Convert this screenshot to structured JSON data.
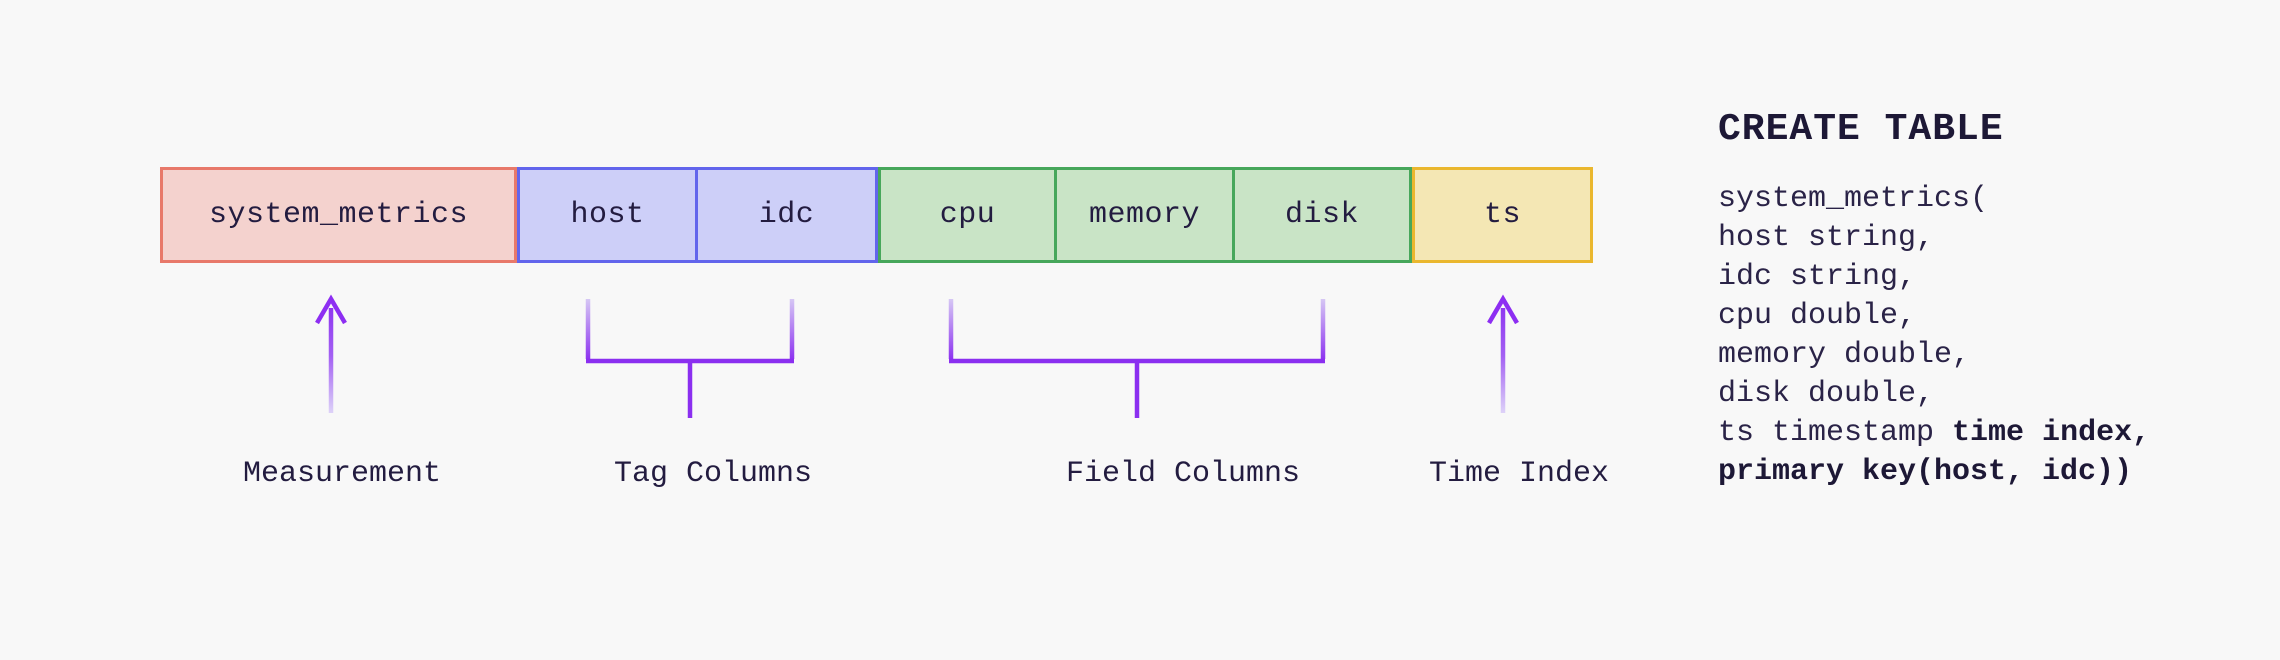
{
  "diagram": {
    "boxes": [
      {
        "label": "system_metrics",
        "group": "measurement"
      },
      {
        "label": "host",
        "group": "tag"
      },
      {
        "label": "idc",
        "group": "tag"
      },
      {
        "label": "cpu",
        "group": "field"
      },
      {
        "label": "memory",
        "group": "field"
      },
      {
        "label": "disk",
        "group": "field"
      },
      {
        "label": "ts",
        "group": "time"
      }
    ],
    "annotations": [
      {
        "label": "Measurement"
      },
      {
        "label": "Tag Columns"
      },
      {
        "label": "Field Columns"
      },
      {
        "label": "Time Index"
      }
    ]
  },
  "sql": {
    "title": "CREATE TABLE",
    "lines": [
      {
        "segments": [
          {
            "text": "system_metrics(",
            "bold": false
          }
        ]
      },
      {
        "segments": [
          {
            "text": "host string,",
            "bold": false
          }
        ]
      },
      {
        "segments": [
          {
            "text": "idc string,",
            "bold": false
          }
        ]
      },
      {
        "segments": [
          {
            "text": "cpu double,",
            "bold": false
          }
        ]
      },
      {
        "segments": [
          {
            "text": "memory double,",
            "bold": false
          }
        ]
      },
      {
        "segments": [
          {
            "text": "disk double,",
            "bold": false
          }
        ]
      },
      {
        "segments": [
          {
            "text": "ts timestamp ",
            "bold": false
          },
          {
            "text": "time index,",
            "bold": true
          }
        ]
      },
      {
        "segments": [
          {
            "text": "primary key(host, idc))",
            "bold": true
          }
        ]
      }
    ]
  },
  "palette": {
    "background": "#f8f8f8",
    "ink": "#231c40",
    "measurement_fill": "#f4d2ce",
    "measurement_border": "#e8796a",
    "tag_fill": "#cdcff8",
    "tag_border": "#6265ec",
    "field_fill": "#c9e4c6",
    "field_border": "#47a75b",
    "time_fill": "#f4e7b4",
    "time_border": "#eab72e",
    "annotation_purple": "#8b2ff0",
    "annotation_purple_light": "#dccff8"
  }
}
